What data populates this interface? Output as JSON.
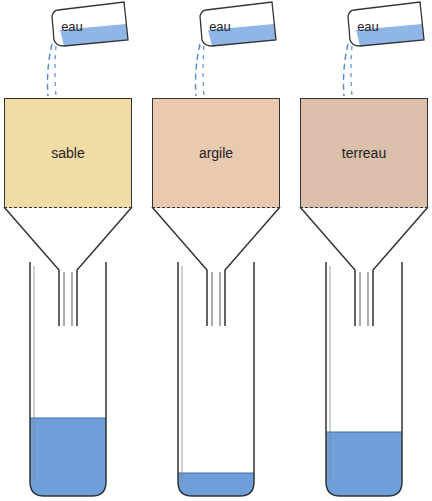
{
  "diagram": {
    "nodes": [
      {
        "text": [
          "sable"
        ]
      },
      {
        "text": [
          "argile"
        ]
      },
      {
        "text": [
          "terreau"
        ]
      }
    ],
    "labels": [
      "eau",
      "eau",
      "eau"
    ]
  }
}
